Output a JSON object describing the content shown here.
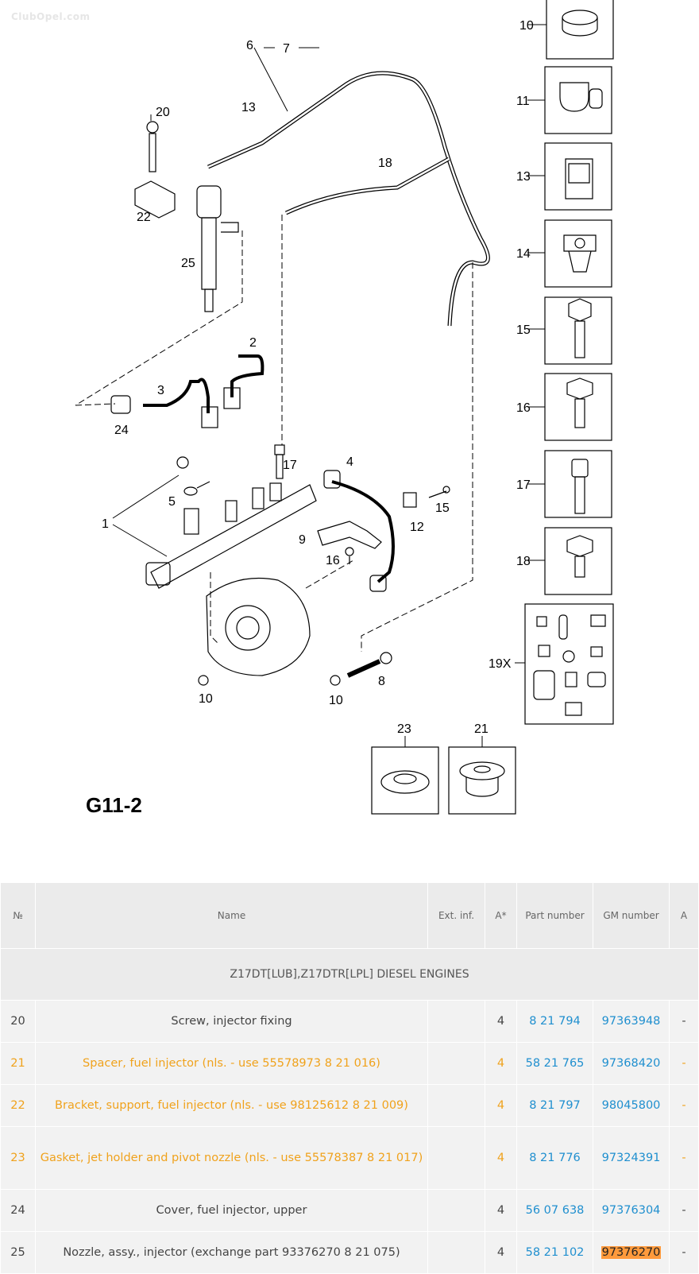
{
  "watermark": "ClubOpel.com",
  "diagram": {
    "code": "G11-2",
    "callouts": [
      "1",
      "2",
      "3",
      "4",
      "5",
      "6",
      "7",
      "8",
      "9",
      "10",
      "10",
      "11",
      "12",
      "13",
      "14",
      "15",
      "16",
      "17",
      "18",
      "20",
      "21",
      "22",
      "23",
      "24",
      "25"
    ],
    "side_labels": [
      "10",
      "11",
      "13",
      "14",
      "15",
      "16",
      "17",
      "18",
      "19X"
    ],
    "bottom_labels": [
      "23",
      "21"
    ]
  },
  "table": {
    "headers": [
      "№",
      "Name",
      "Ext. inf.",
      "A*",
      "Part number",
      "GM number",
      "A"
    ],
    "group": "Z17DT[LUB],Z17DTR[LPL] DIESEL ENGINES",
    "rows": [
      {
        "no": "20",
        "name": "Screw, injector fixing",
        "ext": "",
        "a": "4",
        "part": "8 21 794",
        "gm": "97363948",
        "a2": "-"
      },
      {
        "no": "21",
        "name": "Spacer, fuel injector (nls. - use 55578973 8 21 016)",
        "ext": "",
        "a": "4",
        "part": "58 21 765",
        "gm": "97368420",
        "a2": "-"
      },
      {
        "no": "22",
        "name": "Bracket, support, fuel injector (nls. - use 98125612 8 21 009)",
        "ext": "",
        "a": "4",
        "part": "8 21 797",
        "gm": "98045800",
        "a2": "-"
      },
      {
        "no": "23",
        "name": "Gasket, jet holder and pivot nozzle (nls. - use 55578387 8 21 017)",
        "ext": "",
        "a": "4",
        "part": "8 21 776",
        "gm": "97324391",
        "a2": "-"
      },
      {
        "no": "24",
        "name": "Cover, fuel injector, upper",
        "ext": "",
        "a": "4",
        "part": "56 07 638",
        "gm": "97376304",
        "a2": "-"
      },
      {
        "no": "25",
        "name": "Nozzle, assy., injector (exchange part 93376270 8 21 075)",
        "ext": "",
        "a": "4",
        "part": "58 21 102",
        "gm": "97376270",
        "a2": "-"
      }
    ]
  },
  "colors": {
    "link": "#1f8fcf",
    "discontinued": "#f0a21c",
    "highlight": "#ff9a3c"
  }
}
